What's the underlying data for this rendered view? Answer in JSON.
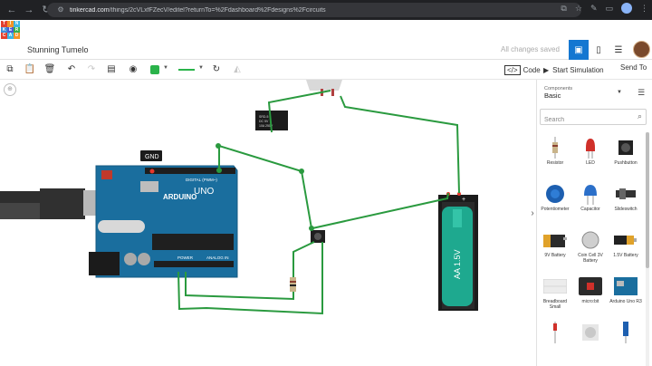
{
  "browser": {
    "url_host": "tinkercad.com",
    "url_path": "/things/2cVLxfFZecV/editel?returnTo=%2Fdashboard%2Fdesigns%2Fcircuits"
  },
  "app": {
    "logo_letters": [
      "TIN",
      "KER",
      "CAD"
    ],
    "project_title": "Stunning Tumelo",
    "save_status": "All changes saved"
  },
  "toolbar": {
    "code_label": "Code",
    "start_simulation_label": "Start Simulation",
    "send_to_label": "Send To",
    "wire_color": "#2ab34a"
  },
  "canvas": {
    "gnd_label": "GND",
    "arduino_brand": "ARDUINO",
    "arduino_model": "UNO",
    "digital_label": "DIGITAL (PWM~)",
    "power_label": "POWER",
    "analog_label": "ANALOG IN",
    "battery_label": "AA 1.5V",
    "relay_lines": [
      "SRD-5",
      "DC 5V",
      "10A 250V"
    ],
    "battery_minus": "−",
    "battery_plus": "+"
  },
  "panel": {
    "components_label": "Components",
    "components_value": "Basic",
    "search_placeholder": "Search",
    "items": [
      {
        "label": "Resistor",
        "icon": "resistor-icon"
      },
      {
        "label": "LED",
        "icon": "led-icon"
      },
      {
        "label": "Pushbutton",
        "icon": "pushbutton-icon"
      },
      {
        "label": "Potentiometer",
        "icon": "potentiometer-icon"
      },
      {
        "label": "Capacitor",
        "icon": "capacitor-icon"
      },
      {
        "label": "Slideswitch",
        "icon": "slideswitch-icon"
      },
      {
        "label": "9V Battery",
        "icon": "9v-battery-icon"
      },
      {
        "label": "Coin Cell 3V Battery",
        "icon": "coin-cell-icon"
      },
      {
        "label": "1.5V Battery",
        "icon": "aa-battery-icon"
      },
      {
        "label": "Breadboard Small",
        "icon": "breadboard-icon"
      },
      {
        "label": "micro:bit",
        "icon": "microbit-icon"
      },
      {
        "label": "Arduino Uno R3",
        "icon": "arduino-icon"
      }
    ]
  }
}
